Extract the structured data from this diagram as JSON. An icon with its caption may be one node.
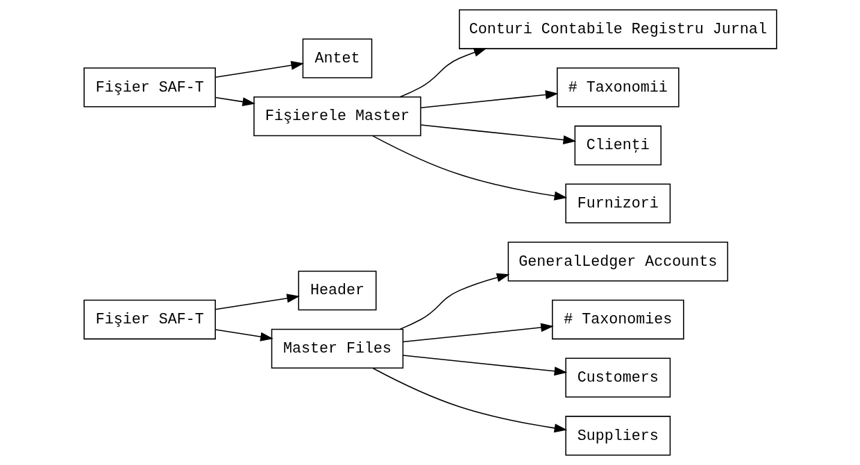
{
  "diagram": {
    "nodes": [
      {
        "text": [
          "Fişier SAF-T"
        ]
      },
      {
        "text": [
          "Header"
        ]
      },
      {
        "text": [
          "Master Files"
        ]
      },
      {
        "text": [
          "GeneralLedger Accounts"
        ]
      },
      {
        "text": [
          "# Taxonomies"
        ]
      },
      {
        "text": [
          "Customers"
        ]
      },
      {
        "text": [
          "Suppliers"
        ]
      },
      {
        "text": [
          "Fişier SAF-T"
        ]
      },
      {
        "text": [
          "Antet"
        ]
      },
      {
        "text": [
          "Fişierele Master"
        ]
      },
      {
        "text": [
          "Conturi Contabile Registru Jurnal"
        ]
      },
      {
        "text": [
          "# Taxonomii"
        ]
      },
      {
        "text": [
          "Clienţi"
        ]
      },
      {
        "text": [
          "Furnizori"
        ]
      }
    ],
    "edges": [
      {
        "from": 0,
        "to": 1,
        "arrow": "to"
      },
      {
        "from": 0,
        "to": 2,
        "arrow": "to"
      },
      {
        "from": 2,
        "to": 3,
        "arrow": "to"
      },
      {
        "from": 2,
        "to": 4,
        "arrow": "to"
      },
      {
        "from": 2,
        "to": 5,
        "arrow": "to"
      },
      {
        "from": 2,
        "to": 6,
        "arrow": "to"
      },
      {
        "from": 7,
        "to": 8,
        "arrow": "to"
      },
      {
        "from": 7,
        "to": 9,
        "arrow": "to"
      },
      {
        "from": 9,
        "to": 10,
        "arrow": "to"
      },
      {
        "from": 9,
        "to": 11,
        "arrow": "to"
      },
      {
        "from": 9,
        "to": 12,
        "arrow": "to"
      },
      {
        "from": 9,
        "to": 13,
        "arrow": "to"
      }
    ]
  }
}
